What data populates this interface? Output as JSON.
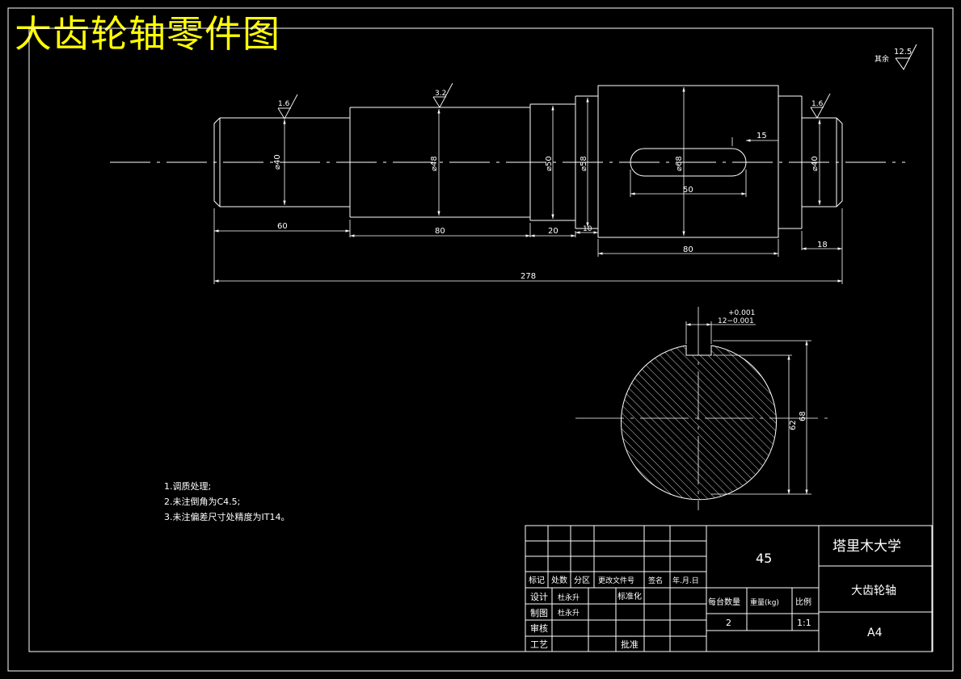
{
  "title": "大齿轮轴零件图",
  "roughness": {
    "other_label": "其余",
    "other_value": "12.5",
    "r1": "1.6",
    "r2": "3.2",
    "r3": "1.6"
  },
  "shaft": {
    "d1": "⌀40",
    "d2": "⌀48",
    "d3": "⌀50",
    "d4": "⌀58",
    "d5": "⌀68",
    "d6": "⌀40",
    "key_w": "15",
    "key_len": "50",
    "l1": "60",
    "l2": "80",
    "l3": "20",
    "l4": "10",
    "l5": "80",
    "l6": "18",
    "total": "278"
  },
  "section": {
    "tol_upper": "+0.001",
    "tol_lower": "12−0.001",
    "dim_a": "62",
    "dim_b": "68"
  },
  "notes": [
    "1.调质处理;",
    "2.未注倒角为C4.5;",
    "3.未注偏差尺寸处精度为IT14。"
  ],
  "title_block": {
    "col_mark": "标记",
    "col_count": "处数",
    "col_zone": "分区",
    "col_doc": "更改文件号",
    "col_sign": "签名",
    "col_date": "年.月.日",
    "design": "设计",
    "design_name": "杜永升",
    "standard": "标准化",
    "draw": "制图",
    "draw_name": "杜永升",
    "review": "审核",
    "process": "工艺",
    "approve": "批准",
    "material": "45",
    "qty_label": "每台数量",
    "weight_label": "重量(kg)",
    "scale_label": "比例",
    "qty": "2",
    "scale": "1:1",
    "school": "塔里木大学",
    "part_name": "大齿轮轴",
    "size": "A4"
  }
}
